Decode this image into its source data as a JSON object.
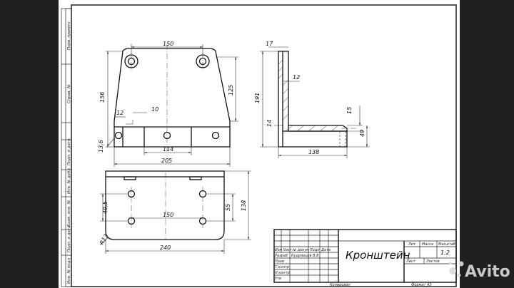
{
  "drawing": {
    "title": "Кронштейн",
    "sheet_format": "А3",
    "format_label": "Формат",
    "copied_label": "Копировал",
    "scale": "1:2"
  },
  "title_block": {
    "lit_label": "Лит",
    "mass_label": "Масса",
    "scale_label": "Масштаб",
    "sheet_label": "Лист",
    "sheets_label": "Листов",
    "row_izm": "Изм",
    "row_list": "Лист",
    "row_doc": "№ докум",
    "row_sign": "Подп",
    "row_date": "Дата",
    "row_razrab": "Разраб",
    "razrab_name": "Кудрявцев В.В",
    "row_prov": "Пров",
    "row_tkontr": "Т.контр",
    "row_nkontr": "Н.контр",
    "row_utv": "Утв"
  },
  "side_columns": {
    "perv_primen": "Перв. примен",
    "sprav_no": "Справ. №",
    "podp_data_1": "Подп. и дата",
    "inv_dubl": "Инв. № дубл",
    "vzam_inv": "Взам. инв. №",
    "podp_data_2": "Подп. и дата",
    "inv_podl": "Инв. № подл"
  },
  "dimensions": {
    "front": {
      "top_spacing": "150",
      "left_height": "156",
      "right_height": "125",
      "slot_width": "12",
      "slot_height": "10",
      "bottom_chamfer": "13,6",
      "bottom_spacing": "114",
      "overall_width": "205"
    },
    "side": {
      "top_width": "17",
      "total_height": "191",
      "wall_thickness": "12",
      "rib_offset": "14",
      "base_thickness": "15",
      "base_height": "49",
      "base_length": "138"
    },
    "top": {
      "hole_vertical": "49,5",
      "hole_spacing": "150",
      "inner_height": "55",
      "outer_height": "138",
      "corner_radius": "R13",
      "overall_width": "240"
    }
  },
  "watermark": {
    "brand": "Avito"
  }
}
